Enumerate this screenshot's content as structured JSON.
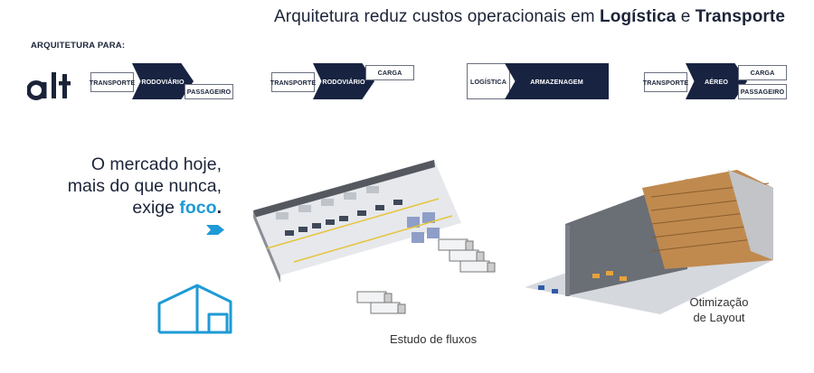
{
  "header": {
    "prefix": "Arquitetura reduz custos operacionais em ",
    "strong1": "Logística",
    "mid": " e ",
    "strong2": "Transporte"
  },
  "arch_label": "ARQUITETURA PARA:",
  "logo": {
    "text": "alt"
  },
  "chains": [
    {
      "left": "TRANSPORTE",
      "arrow": "RODOVIÁRIO",
      "right": [
        "PASSAGEIRO"
      ]
    },
    {
      "left": "TRANSPORTE",
      "arrow": "RODOVIÁRIO",
      "right": [
        "CARGA"
      ]
    },
    {
      "left": "LOGÍSTICA",
      "arrow": "ARMAZENAGEM",
      "right": []
    },
    {
      "left": "TRANSPORTE",
      "arrow": "AÉREO",
      "right": [
        "CARGA",
        "PASSAGEIRO"
      ]
    }
  ],
  "market": {
    "line1": "O mercado hoje,",
    "line2": "mais do que nunca,",
    "line3_prefix": "exige ",
    "line3_focus": "foco",
    "line3_end": "."
  },
  "captions": {
    "flux": "Estudo de fluxos",
    "opt_line1": "Otimização",
    "opt_line2": "de Layout"
  },
  "colors": {
    "navy": "#172340",
    "accent": "#1e9ad6",
    "text": "#1c2438"
  }
}
